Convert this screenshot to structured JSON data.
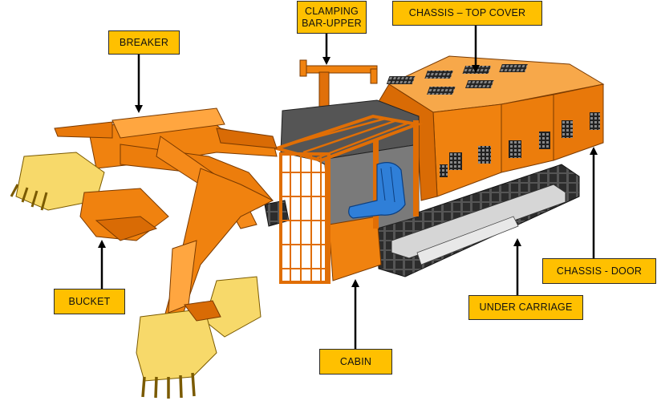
{
  "labels": {
    "breaker": "BREAKER",
    "clamping_bar": "CLAMPING\nBAR-UPPER",
    "chassis_top_cover": "CHASSIS – TOP COVER",
    "chassis_door": "CHASSIS - DOOR",
    "bucket": "BUCKET",
    "cabin": "CABIN",
    "under_carriage": "UNDER CARRIAGE"
  },
  "colors": {
    "label_fill": "#ffc000",
    "body_orange": "#f0820f",
    "body_dark": "#c85a00",
    "body_light": "#ffa640",
    "track_gray": "#cfcfcf",
    "seat_blue": "#2f7fd8",
    "bucket_yellow": "#f7d96a"
  }
}
